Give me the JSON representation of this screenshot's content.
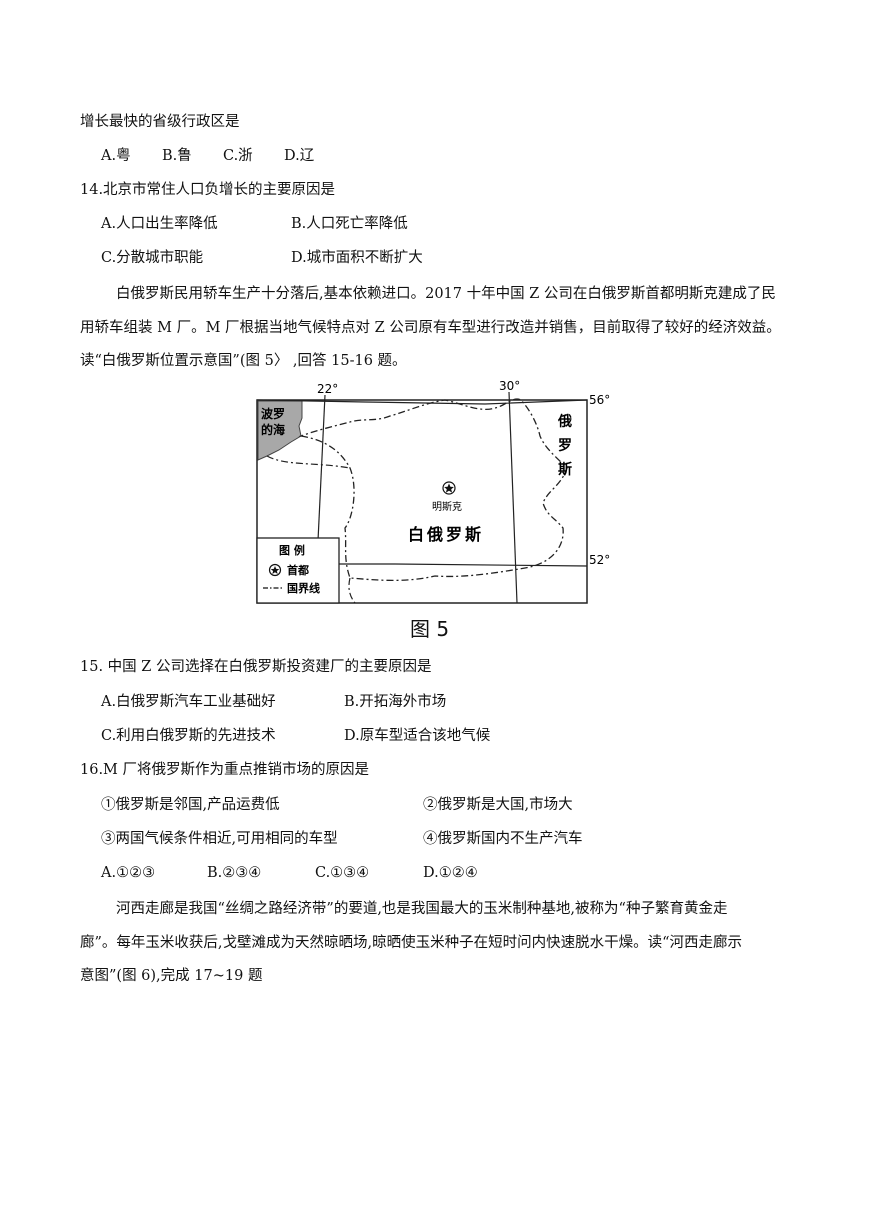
{
  "q13_tail": {
    "stem": "增长最快的省级行政区是",
    "options": [
      "A.粤",
      "B.鲁",
      "C.浙",
      "D.辽"
    ]
  },
  "q14": {
    "stem": "14.北京市常住人口负增长的主要原因是",
    "options": [
      "A.人口出生率降低",
      "B.人口死亡率降低",
      "C.分散城市职能",
      "D.城市面积不断扩大"
    ]
  },
  "passage1": {
    "line1": "白俄罗斯民用轿车生产十分落后,基本依赖进口。2017 十年中国 Z 公司在白俄罗斯首都明斯克建成了民",
    "line2": "用轿车组装 M 厂。M 厂根据当地气候特点对 Z 公司原有车型进行改造并销售，目前取得了较好的经济效益。",
    "line3": "读“白俄罗斯位置示意国”(图 5〉 ,回答 15-16 题。"
  },
  "map": {
    "lon_labels": [
      "22°",
      "30°"
    ],
    "lat_labels": [
      "56°",
      "52°"
    ],
    "sea_label_line1": "波罗",
    "sea_label_line2": "的海",
    "russia_label": [
      "俄",
      "罗",
      "斯"
    ],
    "capital_label": "明斯克",
    "country_label": "白俄罗斯",
    "legend_title": "图 例",
    "legend_capital": "首都",
    "legend_border": "国界线",
    "caption": "图 5"
  },
  "q15": {
    "stem": "15.  中国 Z 公司选择在白俄罗斯投资建厂的主要原因是",
    "options": [
      "A.白俄罗斯汽车工业基础好",
      "B.开拓海外市场",
      "C.利用白俄罗斯的先进技术",
      "D.原车型适合该地气候"
    ]
  },
  "q16": {
    "stem": "16.M 厂将俄罗斯作为重点推销市场的原因是",
    "statements": [
      "①俄罗斯是邻国,产品运费低",
      "②俄罗斯是大国,市场大",
      "③两国气候条件相近,可用相同的车型",
      "④俄罗斯国内不生产汽车"
    ],
    "options": [
      "A.①②③",
      "B.②③④",
      "C.①③④",
      "D.①②④"
    ]
  },
  "passage2": {
    "line1": "河西走廊是我国“丝绸之路经济带”的要道,也是我国最大的玉米制种基地,被称为“种子繁育黄金走",
    "line2": "廊”。每年玉米收获后,戈壁滩成为天然晾晒场,晾晒使玉米种子在短时问内快速脱水干燥。读“河西走廊示",
    "line3": "意图”(图 6),完成 17~19 题"
  }
}
